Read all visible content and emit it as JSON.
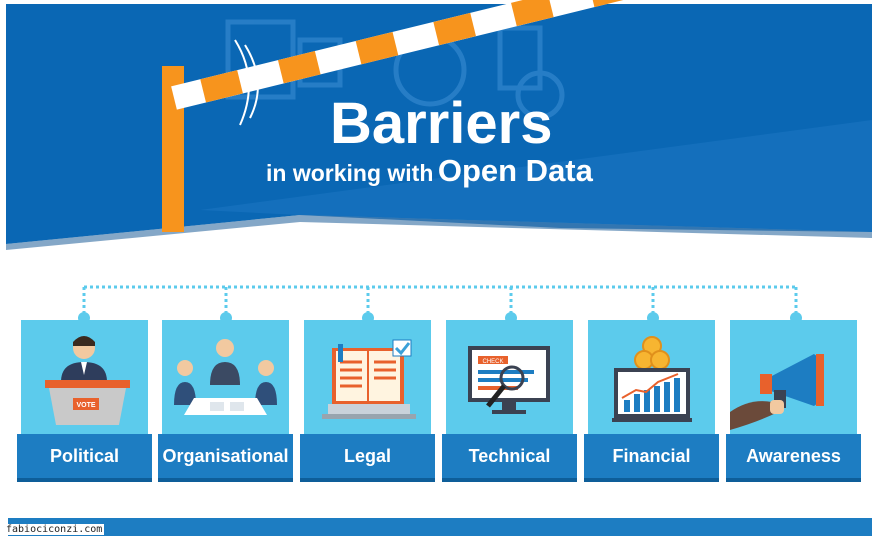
{
  "title": {
    "main": "Barriers",
    "sub_small": "in working with",
    "sub_big": "Open Data"
  },
  "colors": {
    "banner_blue": "#0a67b4",
    "card_light": "#5ccbec",
    "label_blue": "#1d7dc2",
    "barrier_orange": "#f7941d"
  },
  "categories": [
    {
      "label": "Political",
      "icon": "podium-vote-icon"
    },
    {
      "label": "Organisational",
      "icon": "meeting-people-icon"
    },
    {
      "label": "Legal",
      "icon": "book-laptop-icon"
    },
    {
      "label": "Technical",
      "icon": "monitor-magnifier-icon"
    },
    {
      "label": "Financial",
      "icon": "coins-chart-icon"
    },
    {
      "label": "Awareness",
      "icon": "megaphone-icon"
    }
  ],
  "monitor_text": "CHECK",
  "ballot_text": "VOTE",
  "credit": "fabiociconzi.com"
}
